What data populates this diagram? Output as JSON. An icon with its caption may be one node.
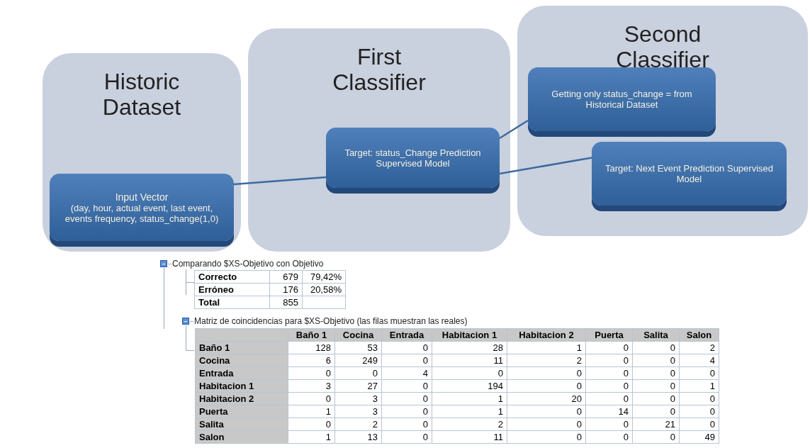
{
  "diagram": {
    "nodes": [
      {
        "text": [
          "Historic Dataset"
        ]
      },
      {
        "text": [
          "Input Vector",
          "(day, hour, actual event, last event, events frequency, status_change(1,0)"
        ],
        "in": 0
      },
      {
        "text": [
          "First Classifier"
        ]
      },
      {
        "text": [
          "Target: status_Change Prediction Supervised Model"
        ],
        "in": 2
      },
      {
        "text": [
          "Second Classifier"
        ]
      },
      {
        "text": [
          "Getting only status_change = from Historical Dataset"
        ],
        "in": 4
      },
      {
        "text": [
          "Target: Next Event Prediction Supervised Model"
        ],
        "in": 4
      }
    ],
    "edges": [
      {
        "from": 1,
        "to": 3,
        "arrow": "none"
      },
      {
        "from": 3,
        "to": 5,
        "arrow": "none"
      },
      {
        "from": 3,
        "to": 6,
        "arrow": "none"
      }
    ],
    "labels": [
      "Comparando $XS-Objetivo con Objetivo",
      "Correcto",
      "679",
      "79,42%",
      "Erróneo",
      "176",
      "20,58%",
      "Total",
      "855",
      "Matriz de coincidencias para $XS-Objetivo (las filas muestran las reales)",
      "Baño 1",
      "Cocina",
      "Entrada",
      "Habitacion 1",
      "Habitacion 2",
      "Puerta",
      "Salita",
      "Salon",
      "Baño 1",
      "128",
      "53",
      "0",
      "28",
      "1",
      "0",
      "0",
      "2",
      "Cocina",
      "6",
      "249",
      "0",
      "11",
      "2",
      "0",
      "0",
      "4",
      "Entrada",
      "0",
      "0",
      "4",
      "0",
      "0",
      "0",
      "0",
      "0",
      "Habitacion 1",
      "3",
      "27",
      "0",
      "194",
      "0",
      "0",
      "0",
      "1",
      "Habitacion 2",
      "0",
      "3",
      "0",
      "1",
      "20",
      "0",
      "0",
      "0",
      "Puerta",
      "1",
      "3",
      "0",
      "1",
      "0",
      "14",
      "0",
      "0",
      "Salita",
      "0",
      "2",
      "0",
      "2",
      "0",
      "0",
      "21",
      "0",
      "Salon",
      "1",
      "13",
      "0",
      "11",
      "0",
      "0",
      "0",
      "49"
    ]
  }
}
